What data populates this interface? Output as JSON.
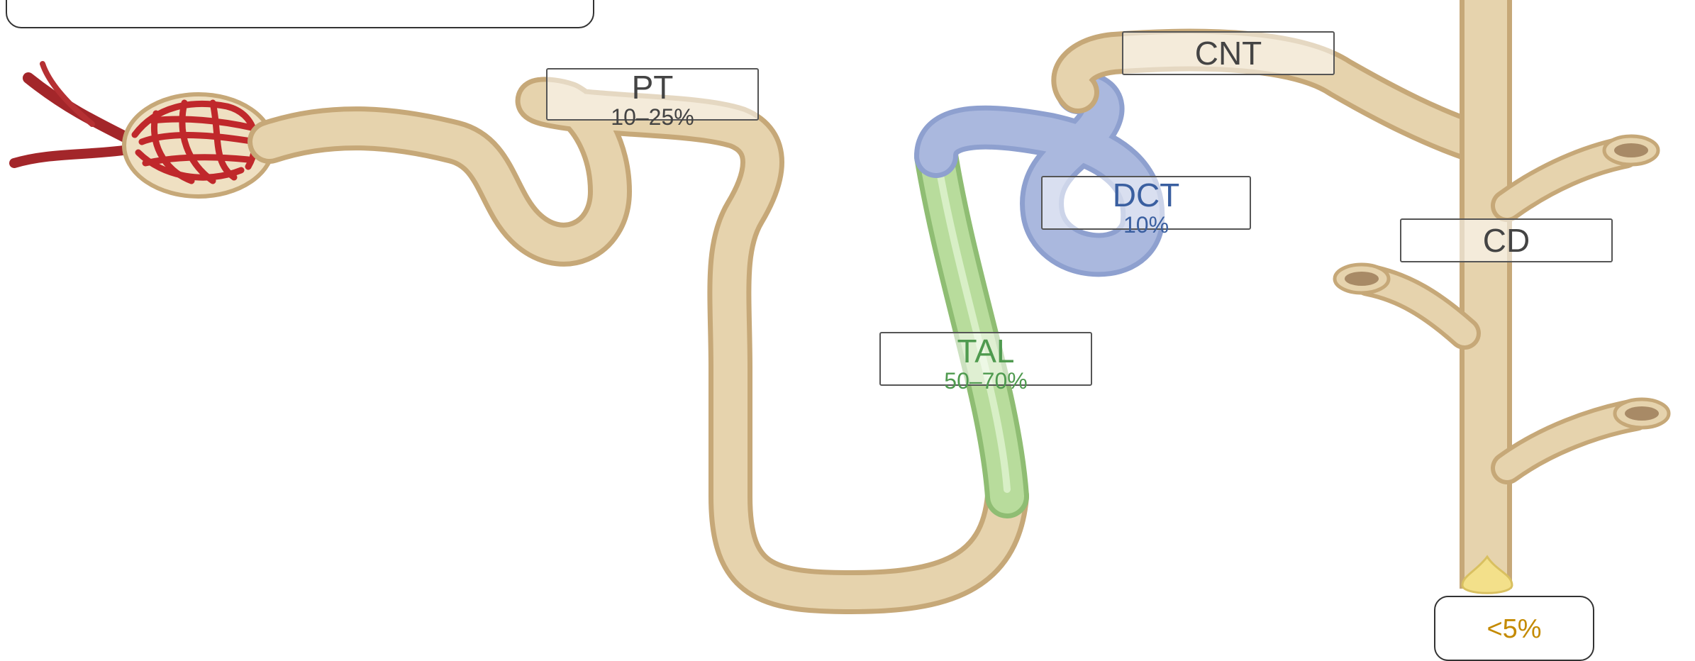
{
  "caption": {
    "text": "",
    "color": "#cc0000"
  },
  "segments": {
    "pt": {
      "name": "PT",
      "pct": "10–25%",
      "color": "#444444",
      "fill": "#e6d3ad"
    },
    "dct": {
      "name": "DCT",
      "pct": "10%",
      "color": "#3a5fa0",
      "fill": "#aab8de"
    },
    "tal": {
      "name": "TAL",
      "pct": "50–70%",
      "color": "#4f9a4f",
      "fill": "#b8dc9c"
    },
    "cnt": {
      "name": "CNT",
      "pct": "",
      "color": "#444444",
      "fill": "#e6d3ad"
    },
    "cd": {
      "name": "CD",
      "pct": "",
      "color": "#444444",
      "fill": "#e6d3ad"
    }
  },
  "excretion": {
    "text": "<5%",
    "color": "#c48a00"
  },
  "colors": {
    "tubule": "#e0c99e",
    "tubule_edge": "#c6a878",
    "glomerulus": "#c0282b",
    "urine_drop": "#f3e08a"
  },
  "icons": {
    "glomerulus": "glomerulus-icon",
    "urine_drop": "urine-drop-icon"
  }
}
